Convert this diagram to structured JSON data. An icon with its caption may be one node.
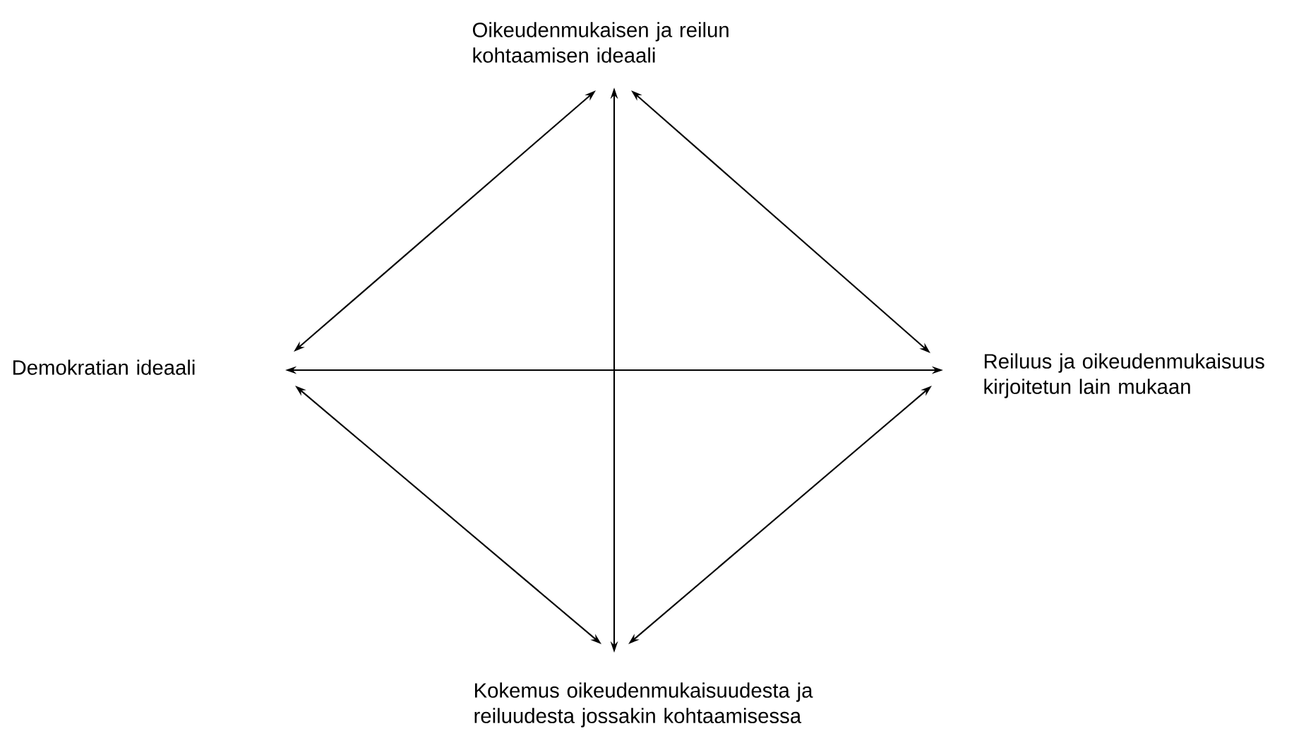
{
  "diagram": {
    "nodes": [
      {
        "text": [
          "Oikeudenmukaisen ja reilun kohtaamisen ideaali"
        ]
      },
      {
        "text": [
          "Demokratian ideaali"
        ]
      },
      {
        "text": [
          "Reiluus ja oikeudenmukaisuus kirjoitetun lain mukaan"
        ]
      },
      {
        "text": [
          "Kokemus oikeudenmukaisuudesta ja reiluudesta jossakin kohtaamisessa"
        ]
      }
    ],
    "edges": [
      {
        "from": 0,
        "to": 3,
        "arrow": "both"
      },
      {
        "from": 1,
        "to": 2,
        "arrow": "both"
      },
      {
        "from": 0,
        "to": 1,
        "arrow": "both"
      },
      {
        "from": 0,
        "to": 2,
        "arrow": "both"
      },
      {
        "from": 1,
        "to": 3,
        "arrow": "both"
      },
      {
        "from": 2,
        "to": 3,
        "arrow": "both"
      }
    ]
  }
}
